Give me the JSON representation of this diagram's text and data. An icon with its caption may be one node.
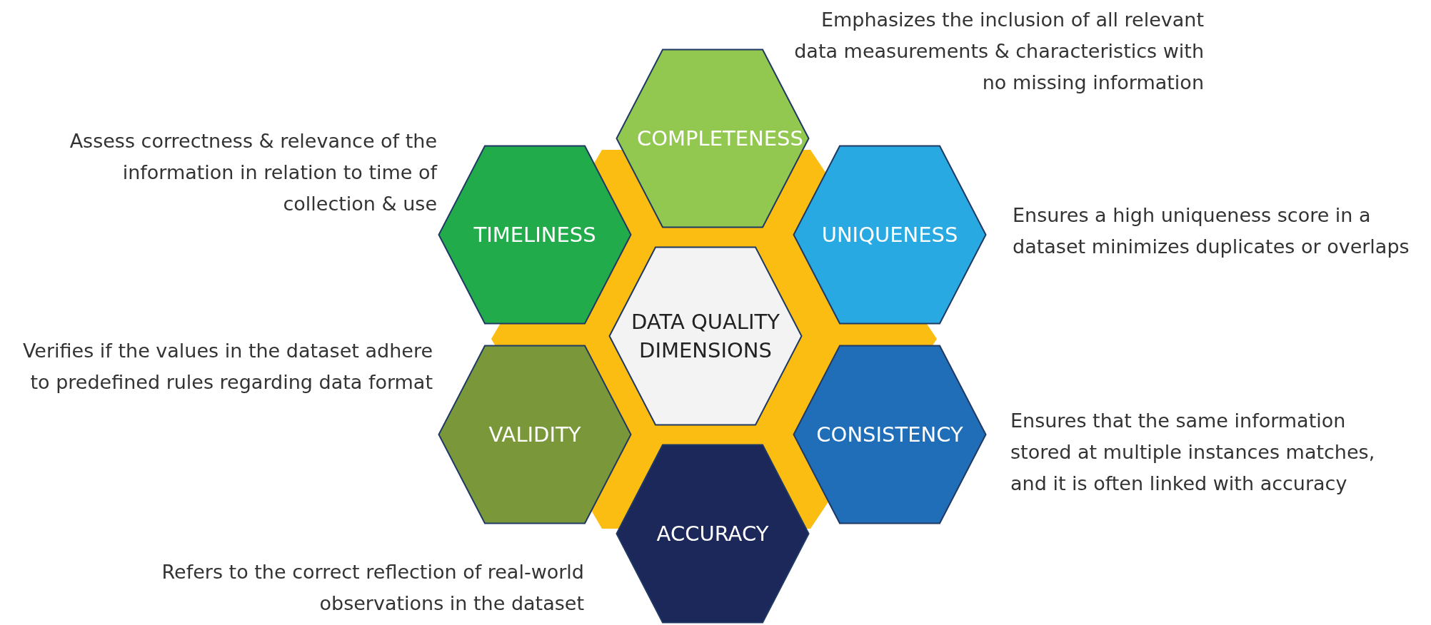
{
  "diagram": {
    "nodes": [
      {
        "text": [
          "COMPLETENESS"
        ],
        "beside": [
          "Emphasizes the inclusion of all relevant data measurements & characteristics with no missing information"
        ]
      },
      {
        "text": [
          "TIMELINESS"
        ],
        "beside": [
          "Assess correctness & relevance of the information in relation to time of collection & use"
        ]
      },
      {
        "text": [
          "UNIQUENESS"
        ],
        "beside": [
          "Ensures a high uniqueness score in a dataset minimizes duplicates or overlaps"
        ]
      },
      {
        "text": [
          "DATA QUALITY DIMENSIONS"
        ]
      },
      {
        "text": [
          "VALIDITY"
        ],
        "beside": [
          "Verifies if the values in the dataset adhere to predefined rules regarding data format"
        ]
      },
      {
        "text": [
          "CONSISTENCY"
        ],
        "beside": [
          "Ensures that the same information stored at multiple instances matches, and it is often linked with accuracy"
        ]
      },
      {
        "text": [
          "ACCURACY"
        ],
        "beside": [
          "Refers to the correct reflection of real-world observations in the dataset"
        ]
      }
    ],
    "edges": []
  }
}
